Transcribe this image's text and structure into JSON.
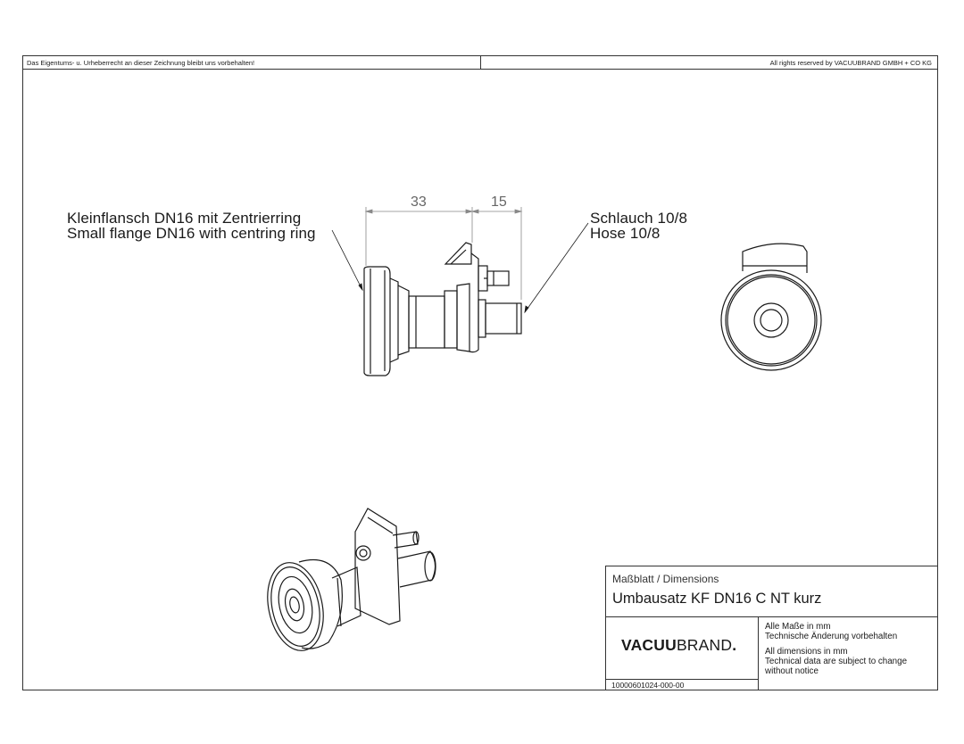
{
  "header": {
    "copyright_de": "Das Eigentums- u. Urheberrecht an dieser Zeichnung bleibt uns vorbehalten!",
    "copyright_en": "All rights reserved by VACUUBRAND GMBH + CO KG"
  },
  "drawing": {
    "dimension_left": "33",
    "dimension_right": "15",
    "callout_flange_de": "Kleinflansch DN16 mit Zentrierring",
    "callout_flange_en": "Small flange DN16 with centring ring",
    "callout_hose_de": "Schlauch 10/8",
    "callout_hose_en": "Hose 10/8"
  },
  "title_block": {
    "sheet_type": "Maßblatt / Dimensions",
    "title": "Umbausatz KF DN16 C NT kurz",
    "logo_bold": "VACUU",
    "logo_regular": "BRAND",
    "logo_dot": ".",
    "note_de_1": "Alle Maße in mm",
    "note_de_2": "Technische Änderung vorbehalten",
    "note_en_1": "All dimensions in mm",
    "note_en_2": "Technical data are subject to change",
    "note_en_3": "without notice",
    "document_number": "10000601024-000-00"
  },
  "colors": {
    "line": "#1a1a1a",
    "dimension": "#888888",
    "border": "#333333"
  }
}
